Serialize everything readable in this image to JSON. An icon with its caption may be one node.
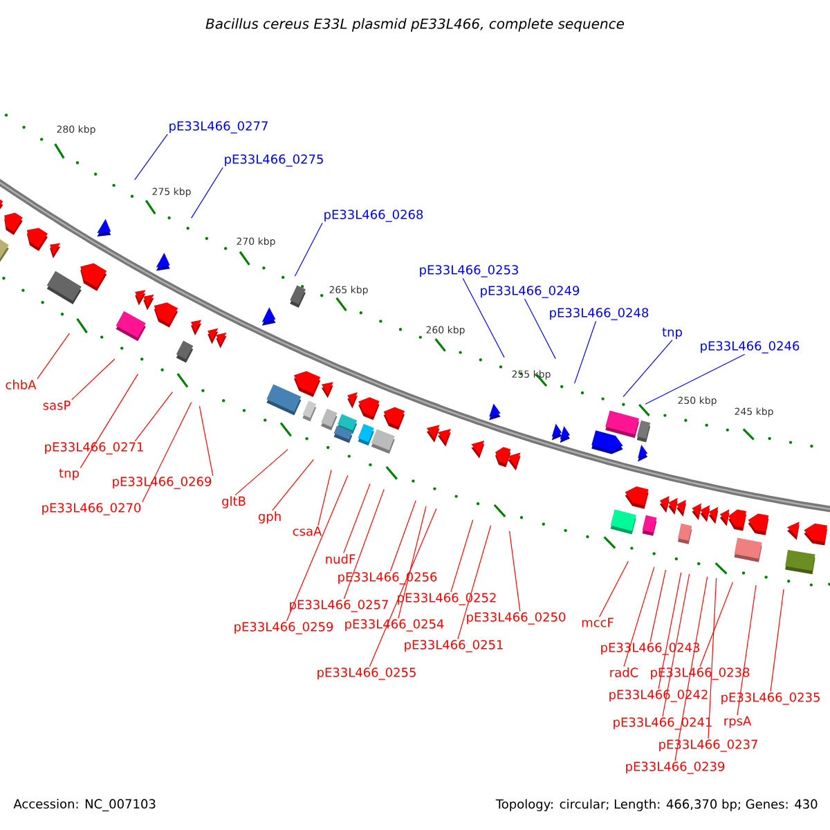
{
  "diagram": {
    "title": "Bacillus cereus E33L plasmid pE33L466, complete sequence",
    "nodes": [
      {
        "text": [
          "pE33L466_0277"
        ]
      },
      {
        "text": [
          "pE33L466_0275"
        ]
      },
      {
        "text": [
          "pE33L466_0268"
        ]
      },
      {
        "text": [
          "pE33L466_0253"
        ]
      },
      {
        "text": [
          "pE33L466_0249"
        ]
      },
      {
        "text": [
          "pE33L466_0248"
        ]
      },
      {
        "text": [
          "tnp"
        ]
      },
      {
        "text": [
          "pE33L466_0246"
        ]
      },
      {
        "text": [
          "chbA"
        ]
      },
      {
        "text": [
          "sasP"
        ]
      },
      {
        "text": [
          "pE33L466_0271"
        ]
      },
      {
        "text": [
          "tnp"
        ]
      },
      {
        "text": [
          "pE33L466_0269"
        ]
      },
      {
        "text": [
          "pE33L466_0270"
        ]
      },
      {
        "text": [
          "gltB"
        ]
      },
      {
        "text": [
          "gph"
        ]
      },
      {
        "text": [
          "csaA"
        ]
      },
      {
        "text": [
          "nudF"
        ]
      },
      {
        "text": [
          "pE33L466_0256"
        ]
      },
      {
        "text": [
          "pE33L466_0257"
        ]
      },
      {
        "text": [
          "pE33L466_0252"
        ]
      },
      {
        "text": [
          "pE33L466_0259"
        ]
      },
      {
        "text": [
          "pE33L466_0254"
        ]
      },
      {
        "text": [
          "pE33L466_0250"
        ]
      },
      {
        "text": [
          "pE33L466_0251"
        ]
      },
      {
        "text": [
          "pE33L466_0255"
        ]
      },
      {
        "text": [
          "mccF"
        ]
      },
      {
        "text": [
          "pE33L466_0243"
        ]
      },
      {
        "text": [
          "radC"
        ]
      },
      {
        "text": [
          "pE33L466_0238"
        ]
      },
      {
        "text": [
          "pE33L466_0242"
        ]
      },
      {
        "text": [
          "pE33L466_0235"
        ]
      },
      {
        "text": [
          "pE33L466_0241"
        ]
      },
      {
        "text": [
          "rpsA"
        ]
      },
      {
        "text": [
          "pE33L466_0237"
        ]
      },
      {
        "text": [
          "pE33L466_0239"
        ]
      }
    ],
    "edges": [
      {
        "from": 0,
        "to": null,
        "arrow": "none",
        "color": "#0000ff"
      },
      {
        "from": 1,
        "to": null,
        "arrow": "none",
        "color": "#0000ff"
      },
      {
        "from": 2,
        "to": null,
        "arrow": "none",
        "color": "#0000ff"
      },
      {
        "from": 3,
        "to": null,
        "arrow": "none",
        "color": "#0000ff"
      },
      {
        "from": 4,
        "to": null,
        "arrow": "none",
        "color": "#0000ff"
      },
      {
        "from": 5,
        "to": null,
        "arrow": "none",
        "color": "#0000ff"
      },
      {
        "from": 6,
        "to": null,
        "arrow": "none",
        "color": "#0000ff"
      },
      {
        "from": 7,
        "to": null,
        "arrow": "none",
        "color": "#0000ff"
      },
      {
        "from": 8,
        "to": null,
        "arrow": "none"
      },
      {
        "from": 9,
        "to": null,
        "arrow": "none"
      },
      {
        "from": 10,
        "to": null,
        "arrow": "none"
      },
      {
        "from": 11,
        "to": null,
        "arrow": "none"
      },
      {
        "from": 12,
        "to": null,
        "arrow": "none"
      },
      {
        "from": 13,
        "to": null,
        "arrow": "none"
      },
      {
        "from": 14,
        "to": null,
        "arrow": "none"
      },
      {
        "from": 15,
        "to": null,
        "arrow": "none"
      },
      {
        "from": 16,
        "to": null,
        "arrow": "none"
      },
      {
        "from": 17,
        "to": null,
        "arrow": "none"
      },
      {
        "from": 18,
        "to": null,
        "arrow": "none"
      },
      {
        "from": 19,
        "to": null,
        "arrow": "none"
      },
      {
        "from": 20,
        "to": null,
        "arrow": "none"
      },
      {
        "from": 21,
        "to": null,
        "arrow": "none"
      },
      {
        "from": 22,
        "to": null,
        "arrow": "none"
      },
      {
        "from": 23,
        "to": null,
        "arrow": "none"
      },
      {
        "from": 24,
        "to": null,
        "arrow": "none"
      },
      {
        "from": 25,
        "to": null,
        "arrow": "none"
      },
      {
        "from": 26,
        "to": null,
        "arrow": "none"
      },
      {
        "from": 27,
        "to": null,
        "arrow": "none"
      },
      {
        "from": 28,
        "to": null,
        "arrow": "none"
      },
      {
        "from": 29,
        "to": null,
        "arrow": "none"
      },
      {
        "from": 30,
        "to": null,
        "arrow": "none"
      },
      {
        "from": 31,
        "to": null,
        "arrow": "none"
      },
      {
        "from": 32,
        "to": null,
        "arrow": "none"
      },
      {
        "from": 33,
        "to": null,
        "arrow": "none"
      },
      {
        "from": 34,
        "to": null,
        "arrow": "none"
      },
      {
        "from": 35,
        "to": null,
        "arrow": "none"
      }
    ],
    "labels": [
      "280 kbp",
      "275 kbp",
      "270 kbp",
      "265 kbp",
      "260 kbp",
      "255 kbp",
      "250 kbp",
      "245 kbp",
      "Accession: NC_007103",
      "Topology: circular; Length: 466,370 bp; Genes: 430"
    ]
  }
}
